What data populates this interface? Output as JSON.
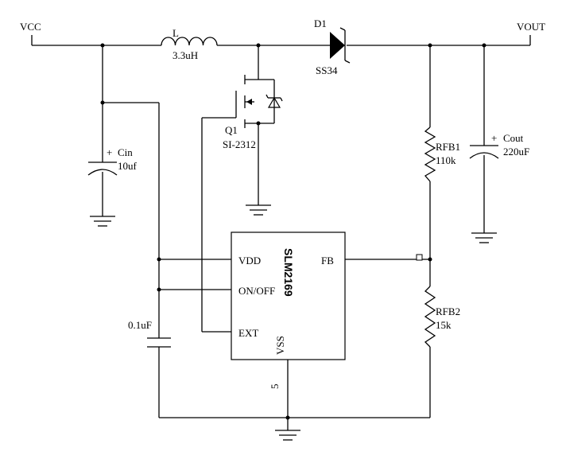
{
  "labels": {
    "vcc": "VCC",
    "vout": "VOUT",
    "inductor_name": "L",
    "inductor_value": "3.3uH",
    "diode_name": "D1",
    "diode_part": "SS34",
    "mosfet_name": "Q1",
    "mosfet_part": "SI-2312",
    "cin_name": "Cin",
    "cin_value": "10uf",
    "cout_name": "Cout",
    "cout_value": "220uF",
    "rfb1_name": "RFB1",
    "rfb1_value": "110k",
    "rfb2_name": "RFB2",
    "rfb2_value": "15k",
    "cap_small_value": "0.1uF",
    "plus": "+"
  },
  "ic": {
    "name": "SLM2169",
    "pin_vdd": "VDD",
    "pin_onoff": "ON/OFF",
    "pin_ext": "EXT",
    "pin_fb": "FB",
    "pin_vss": "VSS",
    "pin_number_bottom": "5"
  }
}
